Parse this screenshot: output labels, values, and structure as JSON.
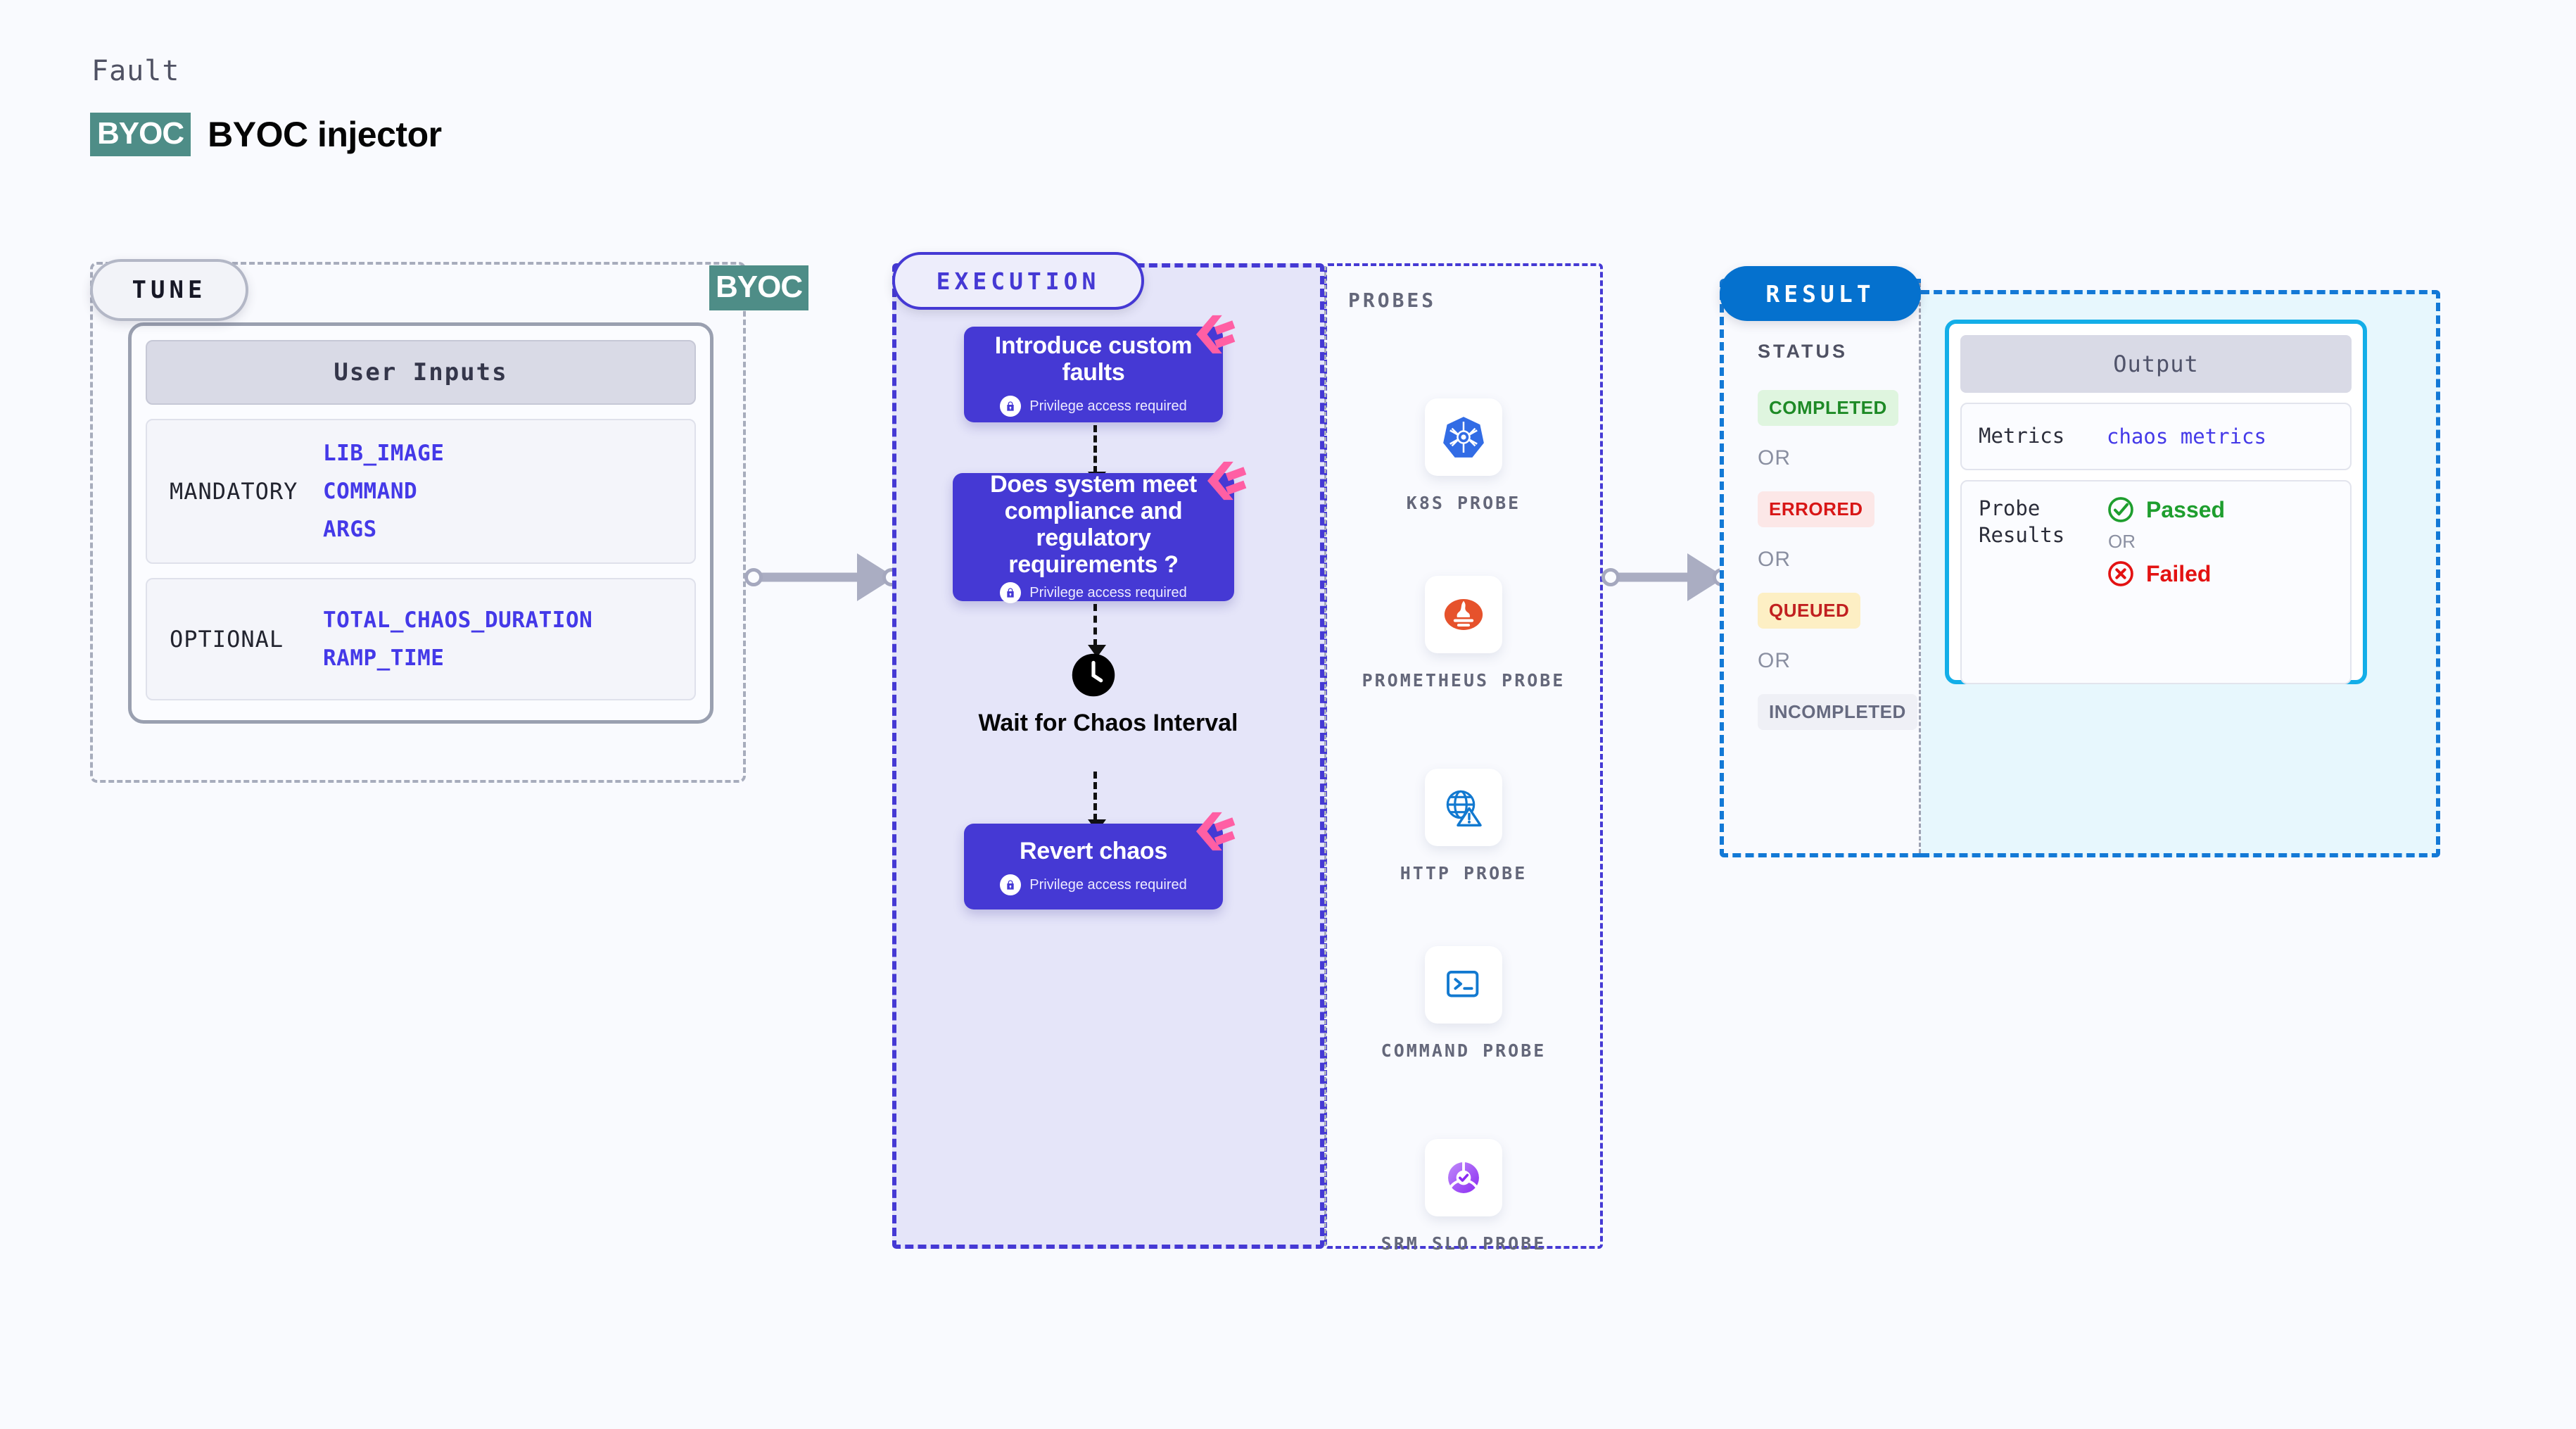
{
  "header": {
    "eyebrow": "Fault",
    "badge": "BYOC",
    "title": "BYOC injector"
  },
  "tune": {
    "label": "TUNE",
    "edge_badge": "BYOC",
    "card_title": "User Inputs",
    "groups": [
      {
        "name": "MANDATORY",
        "values": [
          "LIB_IMAGE",
          "COMMAND",
          "ARGS"
        ]
      },
      {
        "name": "OPTIONAL",
        "values": [
          "TOTAL_CHAOS_DURATION",
          "RAMP_TIME"
        ]
      }
    ]
  },
  "execution": {
    "label": "EXECUTION",
    "privilege_text": "Privilege access required",
    "nodes": [
      {
        "title": "Introduce custom faults",
        "privileged": true
      },
      {
        "title": "Does system meet compliance and regulatory requirements ?",
        "privileged": true
      },
      {
        "title": "Wait for Chaos Interval",
        "privileged": false,
        "icon": "clock-icon"
      },
      {
        "title": "Revert chaos",
        "privileged": true
      }
    ]
  },
  "probes": {
    "title": "PROBES",
    "items": [
      {
        "name": "K8S PROBE",
        "icon": "kubernetes-icon"
      },
      {
        "name": "PROMETHEUS PROBE",
        "icon": "prometheus-icon"
      },
      {
        "name": "HTTP PROBE",
        "icon": "http-globe-icon"
      },
      {
        "name": "COMMAND PROBE",
        "icon": "terminal-icon"
      },
      {
        "name": "SRM SLO PROBE",
        "icon": "srm-slo-icon"
      }
    ]
  },
  "result": {
    "label": "RESULT",
    "status_title": "STATUS",
    "or_text": "OR",
    "statuses": [
      {
        "text": "COMPLETED",
        "bg": "#DFF5DF",
        "fg": "#1E8A26"
      },
      {
        "text": "ERRORED",
        "bg": "#FCE7E7",
        "fg": "#D81616"
      },
      {
        "text": "QUEUED",
        "bg": "#FDEFC4",
        "fg": "#C12020"
      },
      {
        "text": "INCOMPLETED",
        "bg": "#EFF0F6",
        "fg": "#666A80"
      }
    ],
    "output": {
      "title": "Output",
      "metrics_key": "Metrics",
      "metrics_value": "chaos metrics",
      "probe_key": "Probe Results",
      "passed": "Passed",
      "failed": "Failed",
      "or_text": "OR"
    }
  },
  "colors": {
    "page_bg": "#F9FAFE",
    "accent_purple": "#4539D4",
    "accent_blue": "#0571CE",
    "accent_cyan": "#13AEE8",
    "byoc_teal": "#4E8D87",
    "harness_pink": "#FF5FA4",
    "exec_fill": "#E5E5F9",
    "result_fill": "#E7F7FD"
  }
}
